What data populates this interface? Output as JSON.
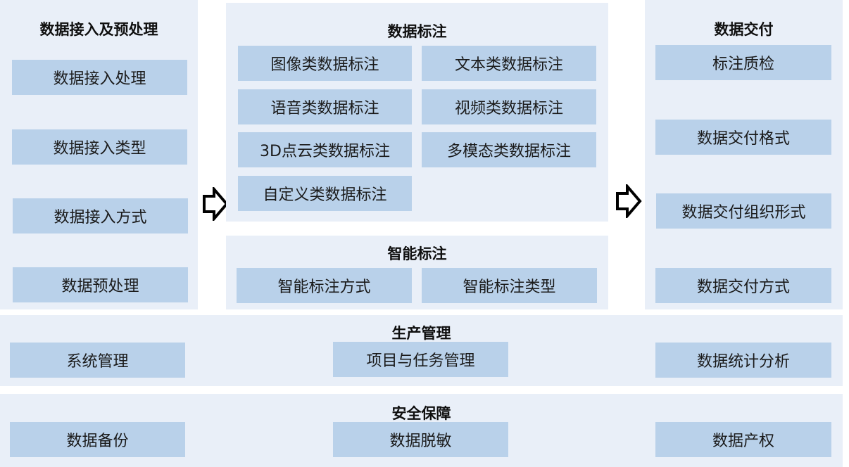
{
  "access": {
    "title": "数据接入及预处理",
    "items": [
      "数据接入处理",
      "数据接入类型",
      "数据接入方式",
      "数据预处理"
    ]
  },
  "annotation": {
    "title": "数据标注",
    "items": [
      "图像类数据标注",
      "文本类数据标注",
      "语音类数据标注",
      "视频类数据标注",
      "3D点云类数据标注",
      "多模态类数据标注",
      "自定义类数据标注"
    ]
  },
  "smart": {
    "title": "智能标注",
    "items": [
      "智能标注方式",
      "智能标注类型"
    ]
  },
  "delivery": {
    "title": "数据交付",
    "items": [
      "标注质检",
      "数据交付格式",
      "数据交付组织形式",
      "数据交付方式"
    ]
  },
  "production": {
    "title": "生产管理",
    "items": [
      "系统管理",
      "项目与任务管理",
      "数据统计分析"
    ]
  },
  "security": {
    "title": "安全保障",
    "items": [
      "数据备份",
      "数据脱敏",
      "数据产权"
    ]
  },
  "colors": {
    "panel": "#e9eff8",
    "box": "#b9d1ea",
    "arrow": "#000000"
  }
}
